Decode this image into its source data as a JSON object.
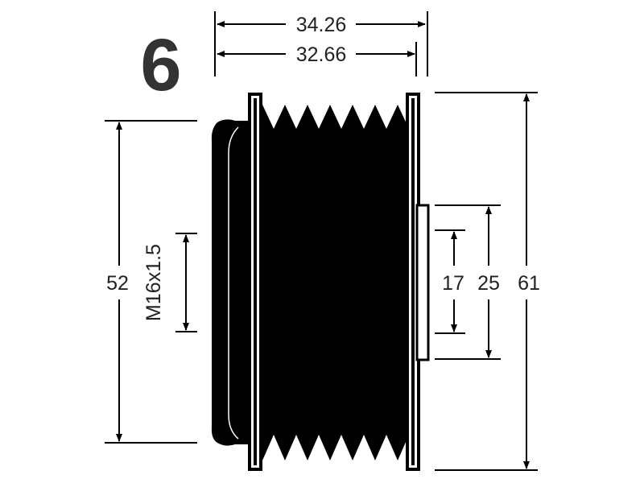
{
  "diagram": {
    "view_number": "6",
    "dimensions": {
      "width_overall": "34.26",
      "width_inner": "32.66",
      "outer_diameter": "61",
      "body_diameter": "52",
      "thread": "M16x1.5",
      "boss_outer": "25",
      "boss_inner": "17"
    },
    "colors": {
      "ink": "#000000",
      "background": "#ffffff",
      "label": "#222222"
    }
  }
}
